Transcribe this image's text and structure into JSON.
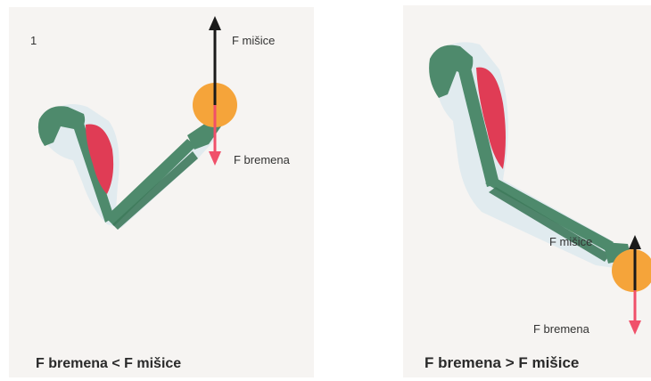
{
  "panel_1": {
    "number": "1",
    "force_up_label": "F mišice",
    "force_down_label": "F bremena",
    "caption": "F bremena < F mišice"
  },
  "panel_2": {
    "force_up_label": "F mišice",
    "force_down_label": "F bremena",
    "caption": "F bremena > F mišice"
  },
  "colors": {
    "muscle_force_arrow": "#1a1a1a",
    "load_force_arrow": "#f0506a",
    "load_ball": "#f5a43a",
    "bone": "#4e8a6c",
    "muscle": "#e03c55",
    "background": "#f6f4f2"
  }
}
